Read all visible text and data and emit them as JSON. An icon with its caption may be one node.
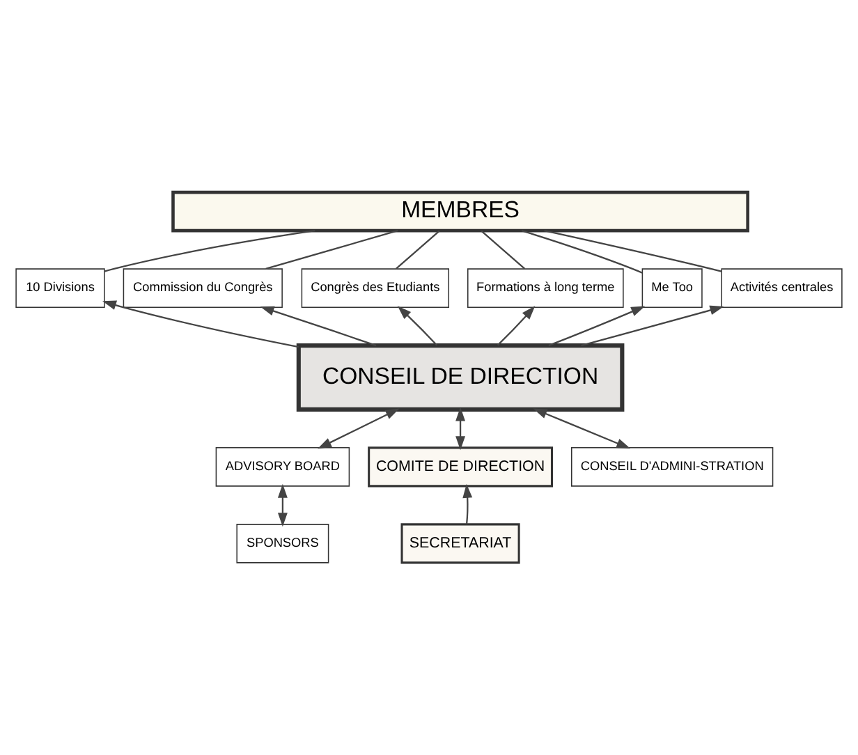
{
  "diagram": {
    "nodes": [
      {
        "text": [
          "MEMBRES"
        ]
      },
      {
        "text": [
          "10 Divisions"
        ]
      },
      {
        "text": [
          "Commission du Congrès"
        ]
      },
      {
        "text": [
          "Congrès des Etudiants"
        ]
      },
      {
        "text": [
          "Formations à long terme"
        ]
      },
      {
        "text": [
          "Me Too"
        ]
      },
      {
        "text": [
          "Activités centrales"
        ]
      },
      {
        "text": [
          "CONSEIL DE DIRECTION"
        ]
      },
      {
        "text": [
          "ADVISORY BOARD"
        ]
      },
      {
        "text": [
          "CONSEIL D'ADMINI-STRATION"
        ]
      },
      {
        "text": [
          "COMITE DE DIRECTION"
        ]
      },
      {
        "text": [
          "SPONSORS"
        ]
      },
      {
        "text": [
          "SECRETARIAT"
        ]
      }
    ],
    "edges": [
      {
        "from": 0,
        "to": 1,
        "arrow": "none"
      },
      {
        "from": 0,
        "to": 2,
        "arrow": "none"
      },
      {
        "from": 0,
        "to": 3,
        "arrow": "none"
      },
      {
        "from": 0,
        "to": 4,
        "arrow": "none"
      },
      {
        "from": 0,
        "to": 5,
        "arrow": "none"
      },
      {
        "from": 0,
        "to": 6,
        "arrow": "none"
      },
      {
        "from": 7,
        "to": 1,
        "arrow": "to"
      },
      {
        "from": 7,
        "to": 2,
        "arrow": "to"
      },
      {
        "from": 7,
        "to": 3,
        "arrow": "to"
      },
      {
        "from": 7,
        "to": 4,
        "arrow": "to"
      },
      {
        "from": 7,
        "to": 5,
        "arrow": "to"
      },
      {
        "from": 7,
        "to": 6,
        "arrow": "to"
      },
      {
        "from": 7,
        "to": 8,
        "arrow": "both"
      },
      {
        "from": 7,
        "to": 9,
        "arrow": "both"
      },
      {
        "from": 7,
        "to": 10,
        "arrow": "both"
      },
      {
        "from": 8,
        "to": 11,
        "arrow": "both"
      },
      {
        "from": 12,
        "to": 10,
        "arrow": "to"
      }
    ]
  }
}
